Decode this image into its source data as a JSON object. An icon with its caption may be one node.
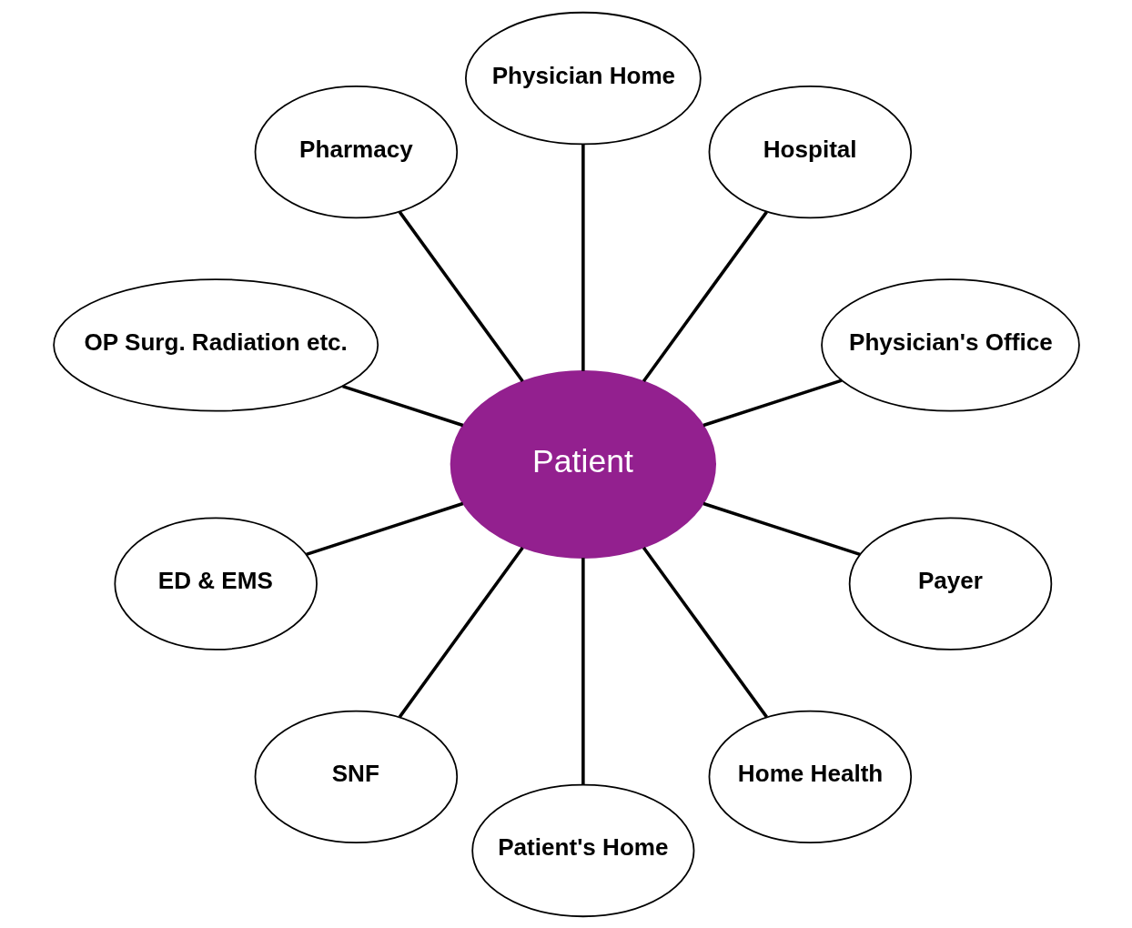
{
  "diagram": {
    "nodes": [
      {
        "text": [
          "Physician's Office"
        ]
      },
      {
        "text": [
          "Hospital"
        ]
      },
      {
        "text": [
          "Physician Home"
        ]
      },
      {
        "text": [
          "Pharmacy"
        ]
      },
      {
        "text": [
          "OP Surg. Radiation etc."
        ]
      },
      {
        "text": [
          "Patient"
        ]
      },
      {
        "text": [
          "ED & EMS"
        ]
      },
      {
        "text": [
          "SNF"
        ]
      },
      {
        "text": [
          "Patient's Home"
        ]
      },
      {
        "text": [
          "Home Health"
        ]
      },
      {
        "text": [
          "Payer"
        ]
      }
    ],
    "edges": [
      {
        "from": 5,
        "to": 0,
        "arrow": "none"
      },
      {
        "from": 5,
        "to": 2,
        "arrow": "none"
      },
      {
        "from": 5,
        "to": 3,
        "arrow": "none"
      },
      {
        "from": 5,
        "to": 7,
        "arrow": "none"
      },
      {
        "from": 5,
        "to": 9,
        "arrow": "none"
      },
      {
        "from": 5,
        "to": 10,
        "arrow": "none"
      },
      {
        "from": 5,
        "to": 8,
        "arrow": "none"
      },
      {
        "from": 5,
        "to": 6,
        "arrow": "none"
      },
      {
        "from": 5,
        "to": 4,
        "arrow": "none"
      },
      {
        "from": 5,
        "to": 1,
        "arrow": "none"
      }
    ]
  }
}
